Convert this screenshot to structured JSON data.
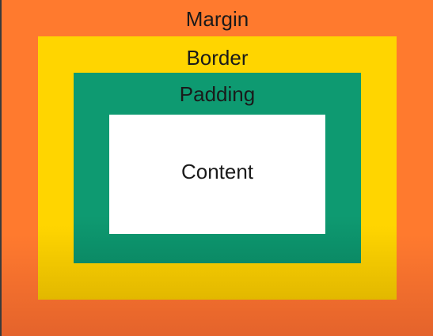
{
  "diagram": {
    "layers": {
      "margin": {
        "label": "Margin",
        "color": "#FF7A2E"
      },
      "border": {
        "label": "Border",
        "color": "#FFD500"
      },
      "padding": {
        "label": "Padding",
        "color": "#0E9A71"
      },
      "content": {
        "label": "Content",
        "color": "#FFFFFF"
      }
    }
  }
}
